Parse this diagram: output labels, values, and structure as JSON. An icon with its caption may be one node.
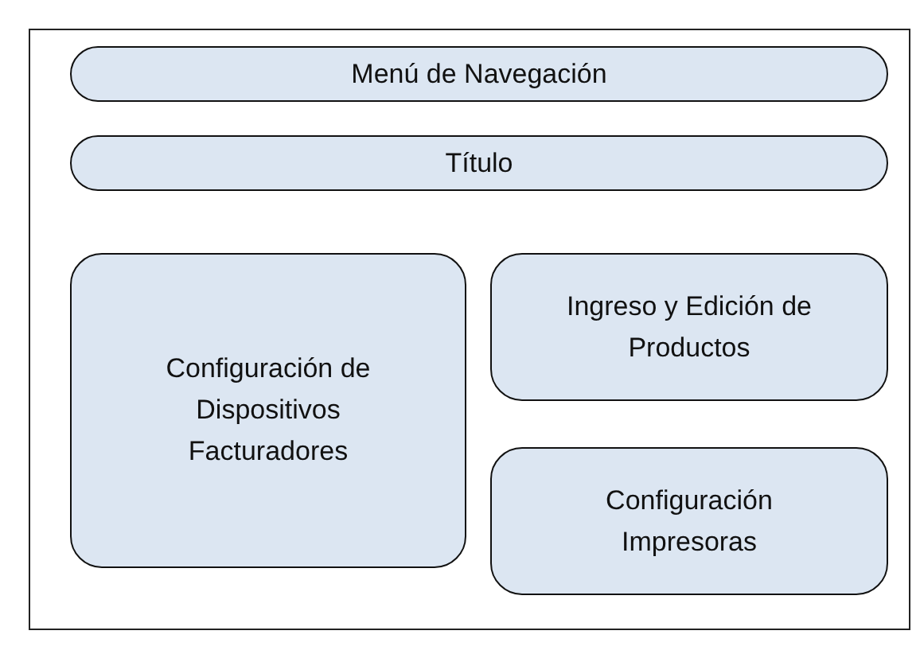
{
  "diagram": {
    "nodes": [
      {
        "text": [],
        "shape": "box"
      },
      {
        "text": [
          "Menú de Navegación"
        ],
        "in": 0
      },
      {
        "text": [
          "Título"
        ],
        "in": 0
      },
      {
        "text": [
          "Configuración de Dispositivos Facturadores"
        ],
        "in": 0
      },
      {
        "text": [
          "Ingreso y Edición de Productos"
        ],
        "in": 0
      },
      {
        "text": [
          "Configuración Impresoras"
        ],
        "in": 0
      }
    ]
  }
}
